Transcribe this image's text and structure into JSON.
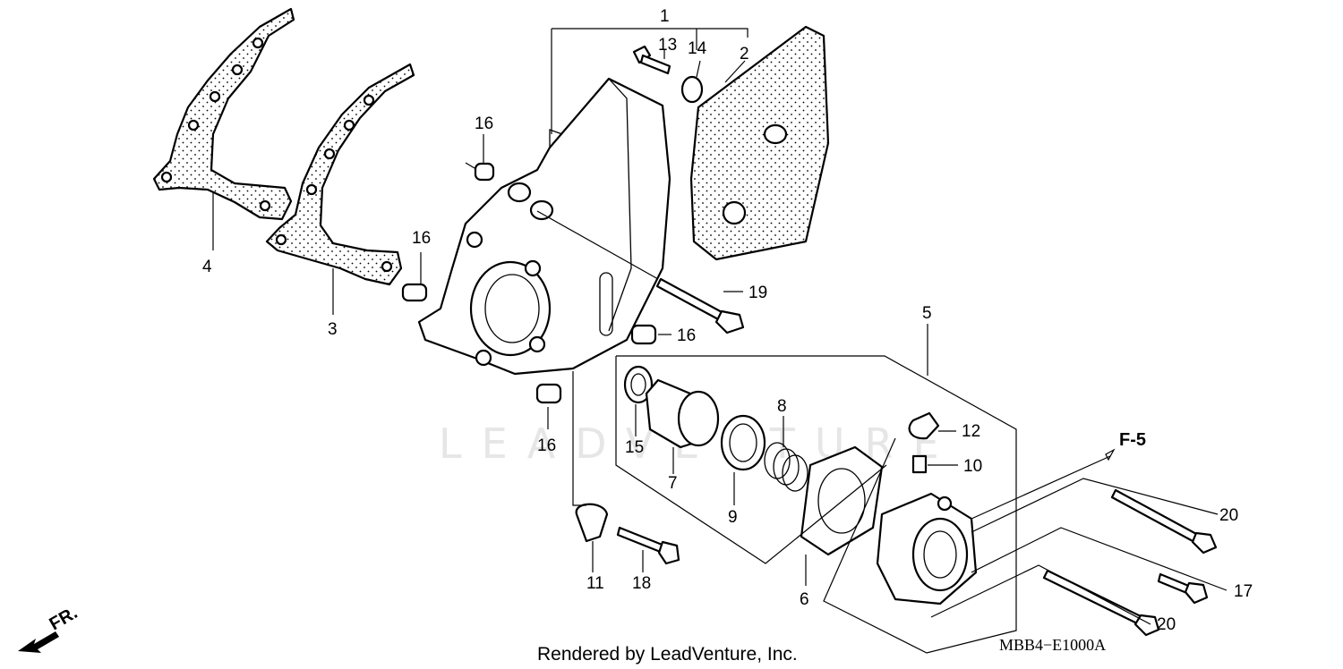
{
  "callouts": {
    "p1": "1",
    "p2": "2",
    "p3": "3",
    "p4": "4",
    "p5": "5",
    "p6": "6",
    "p7": "7",
    "p8": "8",
    "p9": "9",
    "p10": "10",
    "p11": "11",
    "p12": "12",
    "p13": "13",
    "p14": "14",
    "p15": "15",
    "p16a": "16",
    "p16b": "16",
    "p16c": "16",
    "p16d": "16",
    "p17": "17",
    "p18": "18",
    "p19": "19",
    "p20a": "20",
    "p20b": "20"
  },
  "reference_label": "F-5",
  "direction_label": "FR.",
  "watermark": "LEADVENTURE",
  "footer": {
    "credit": "Rendered by LeadVenture, Inc.",
    "diagram_code": "MBB4−E1000A"
  }
}
